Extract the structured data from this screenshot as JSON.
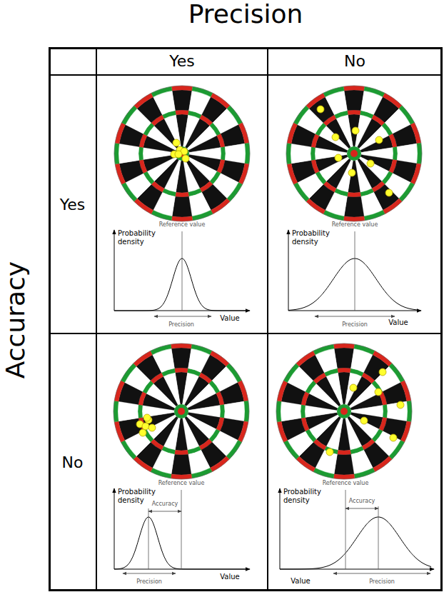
{
  "diagram": {
    "nodes": [
      {
        "text": [
          "Yes"
        ]
      },
      {
        "text": [
          "No"
        ]
      },
      {
        "text": [
          "Yes"
        ]
      },
      {
        "text": [
          "No"
        ]
      }
    ],
    "labels": [
      "Precision",
      "Accuracy",
      "Reference value",
      "Probability density",
      "Value",
      "Precision",
      "Reference value",
      "Probability density",
      "Value",
      "Precision",
      "Reference value",
      "Probability density",
      "Accuracy",
      "Value",
      "Precision",
      "Reference value",
      "Probability density",
      "Accuracy",
      "Value",
      "Precision"
    ]
  }
}
